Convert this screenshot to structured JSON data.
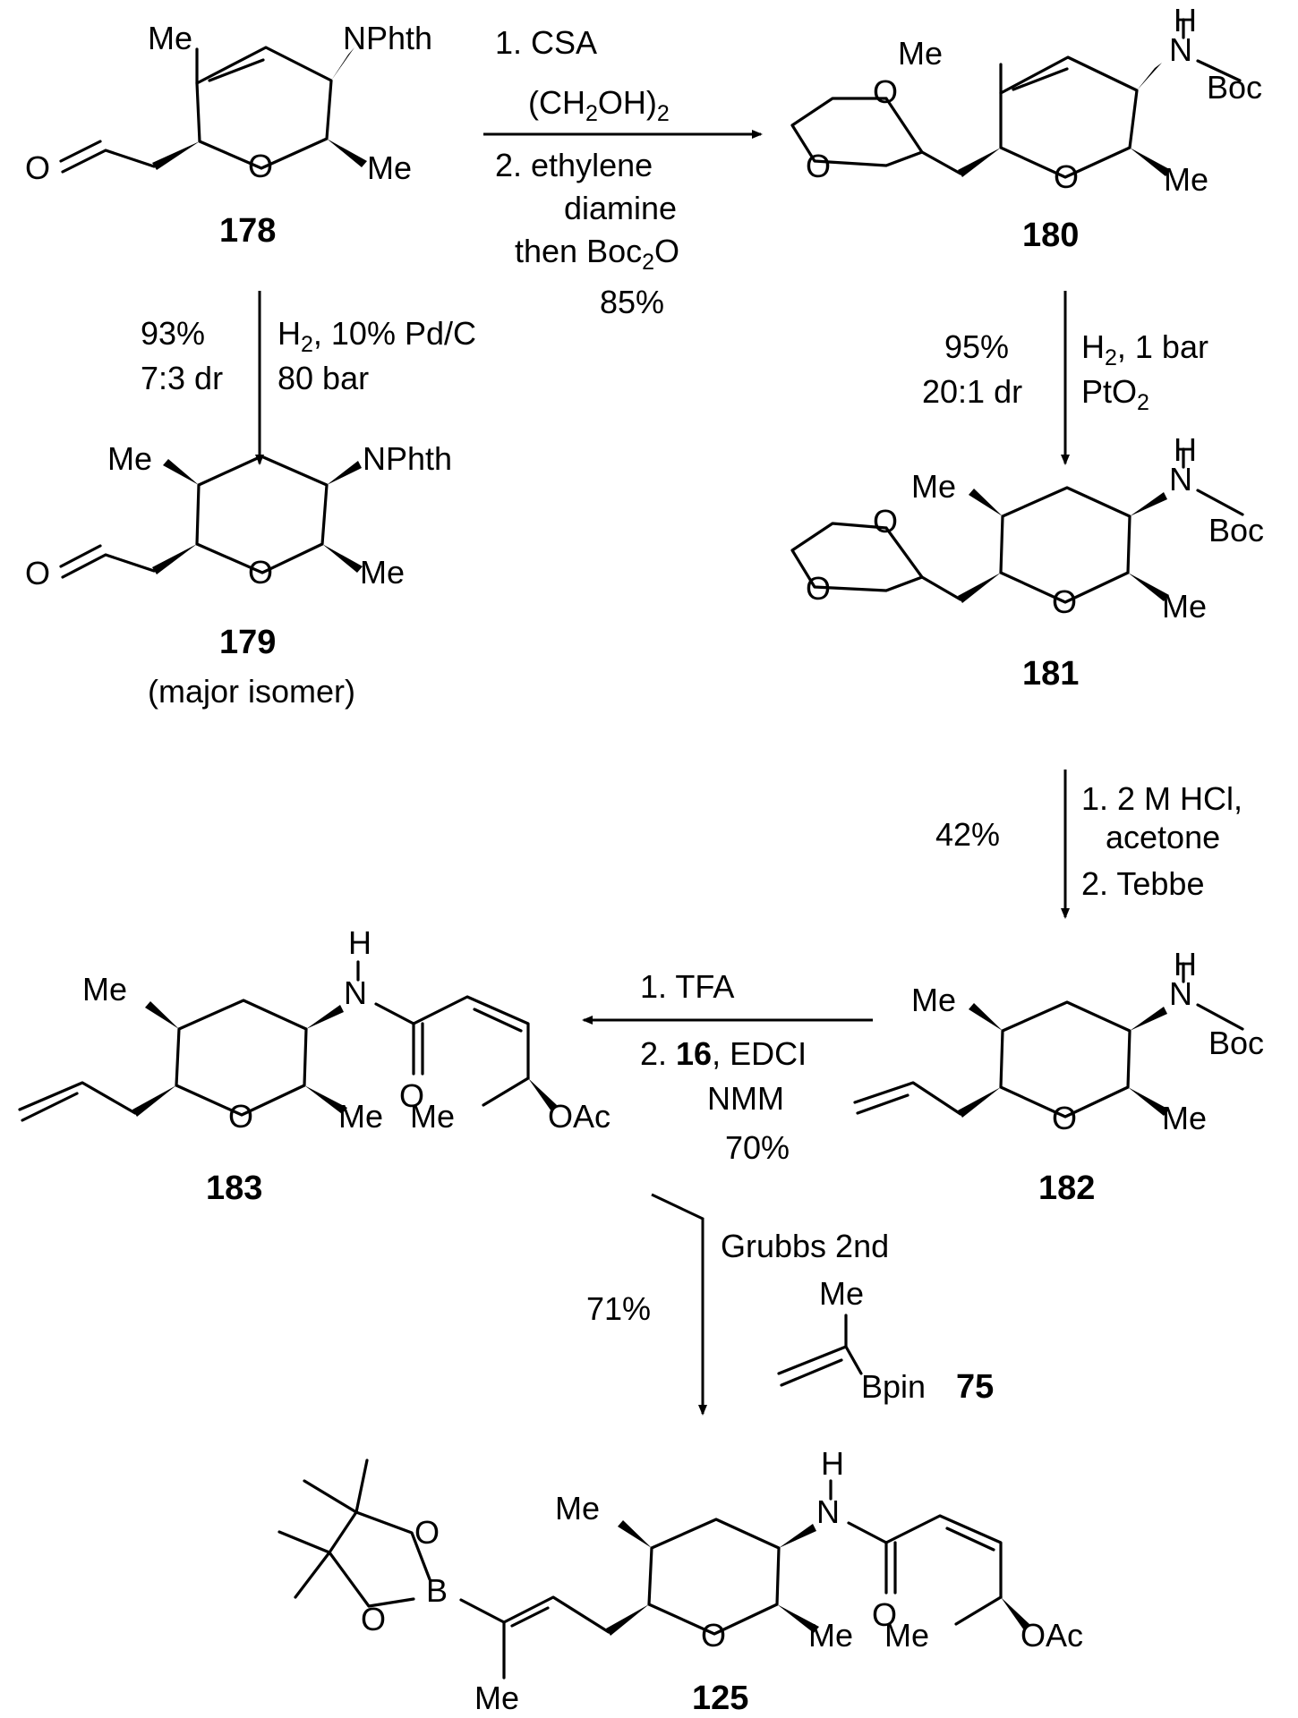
{
  "compounds": {
    "c178": {
      "number": "178",
      "me_top": "Me",
      "nphth": "NPhth",
      "o_ald": "O",
      "o_ring": "O",
      "me_right": "Me"
    },
    "c180": {
      "number": "180",
      "me_top": "Me",
      "nh_h": "H",
      "nh_n": "N",
      "boc": "Boc",
      "o1": "O",
      "o2": "O",
      "o_ring": "O",
      "me_right": "Me"
    },
    "c179": {
      "number": "179",
      "note": "(major isomer)",
      "me_top": "Me",
      "nphth": "NPhth",
      "o_ald": "O",
      "o_ring": "O",
      "me_right": "Me"
    },
    "c181": {
      "number": "181",
      "me_top": "Me",
      "nh_h": "H",
      "nh_n": "N",
      "boc": "Boc",
      "o1": "O",
      "o2": "O",
      "o_ring": "O",
      "me_right": "Me"
    },
    "c182": {
      "number": "182",
      "me_top": "Me",
      "nh_h": "H",
      "nh_n": "N",
      "boc": "Boc",
      "o_ring": "O",
      "me_right": "Me"
    },
    "c183": {
      "number": "183",
      "me_top": "Me",
      "nh_h": "H",
      "nh_n": "N",
      "o_amide": "O",
      "o_ring": "O",
      "me_right": "Me",
      "me_oac": "Me",
      "oac": "OAc"
    },
    "c125": {
      "number": "125",
      "me_top": "Me",
      "nh_h": "H",
      "nh_n": "N",
      "o_amide": "O",
      "o_ring": "O",
      "me_right": "Me",
      "me_oac": "Me",
      "oac": "OAc",
      "o_b1": "O",
      "o_b2": "O",
      "boron": "B",
      "me_bottom": "Me"
    },
    "c75": {
      "number": "75",
      "me": "Me",
      "bpin": "Bpin"
    }
  },
  "reactions": {
    "r178_180": {
      "l1": "1. CSA",
      "l2a": "(CH",
      "l2b": "2",
      "l2c": "OH)",
      "l2d": "2",
      "l3": "2. ethylene",
      "l4": "diamine",
      "l5a": "then Boc",
      "l5b": "2",
      "l5c": "O",
      "yield": "85%"
    },
    "r178_179": {
      "yield": "93%",
      "dr": "7:3 dr",
      "c1a": "H",
      "c1b": "2",
      "c1c": ", 10% Pd/C",
      "c2": "80 bar"
    },
    "r180_181": {
      "yield": "95%",
      "dr": "20:1 dr",
      "c1a": "H",
      "c1b": "2",
      "c1c": ", 1 bar",
      "c2a": "PtO",
      "c2b": "2"
    },
    "r181_182": {
      "yield": "42%",
      "l1": "1. 2 M HCl,",
      "l2": "acetone",
      "l3": "2. Tebbe"
    },
    "r182_183": {
      "l1": "1.  TFA",
      "l2a": "2.  ",
      "l2b": "16",
      "l2c": ", EDCI",
      "l3": "NMM",
      "yield": "70%"
    },
    "r183_125": {
      "yield": "71%",
      "catalyst": "Grubbs 2nd"
    }
  }
}
